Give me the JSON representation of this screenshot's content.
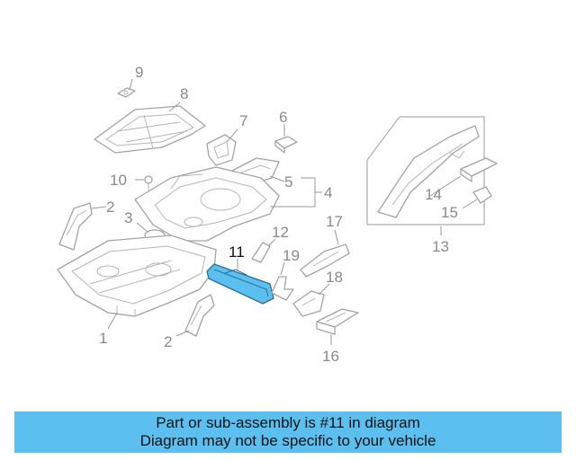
{
  "diagram": {
    "labels": {
      "p1": "1",
      "p2a": "2",
      "p2b": "2",
      "p3": "3",
      "p4": "4",
      "p5": "5",
      "p6": "6",
      "p7": "7",
      "p8": "8",
      "p9": "9",
      "p10": "10",
      "p11": "11",
      "p12": "12",
      "p13": "13",
      "p14": "14",
      "p15": "15",
      "p16": "16",
      "p17": "17",
      "p18": "18",
      "p19": "19"
    },
    "highlighted_part": "11",
    "highlight_color": "#5bc0f0"
  },
  "banner": {
    "line1": "Part or sub-assembly is #11 in diagram",
    "line2": "Diagram may not be specific to your vehicle",
    "color": "#5bc0f0"
  }
}
